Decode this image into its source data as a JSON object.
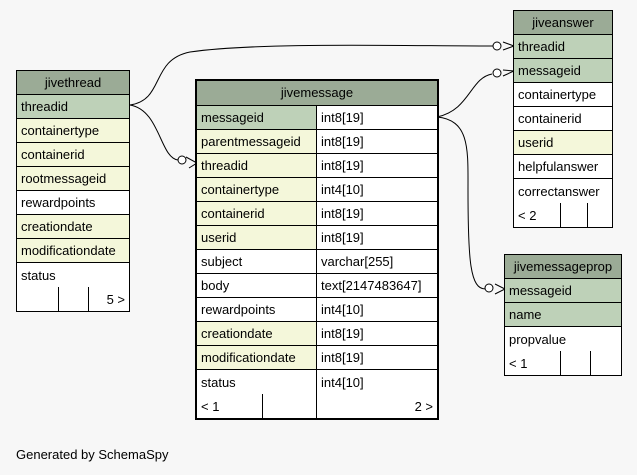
{
  "footer": {
    "generated_by": "Generated by SchemaSpy"
  },
  "colors": {
    "header": "#9bab96",
    "primary_key": "#bed1b8",
    "foreign_key": "#f4f7da",
    "plain": "#ffffff",
    "background": "#f7f7f7"
  },
  "tables": {
    "jivethread": {
      "name": "jivethread",
      "columns": [
        {
          "name": "threadid",
          "kind": "pk"
        },
        {
          "name": "containertype",
          "kind": "fk"
        },
        {
          "name": "containerid",
          "kind": "fk"
        },
        {
          "name": "rootmessageid",
          "kind": "fk"
        },
        {
          "name": "rewardpoints",
          "kind": "plain"
        },
        {
          "name": "creationdate",
          "kind": "fk"
        },
        {
          "name": "modificationdate",
          "kind": "fk"
        },
        {
          "name": "status",
          "kind": "plain"
        }
      ],
      "footer": {
        "parents": "",
        "columns": "",
        "children": "5 >"
      }
    },
    "jivemessage": {
      "name": "jivemessage",
      "columns": [
        {
          "name": "messageid",
          "type": "int8[19]",
          "kind": "pk"
        },
        {
          "name": "parentmessageid",
          "type": "int8[19]",
          "kind": "fk"
        },
        {
          "name": "threadid",
          "type": "int8[19]",
          "kind": "fk"
        },
        {
          "name": "containertype",
          "type": "int4[10]",
          "kind": "fk"
        },
        {
          "name": "containerid",
          "type": "int8[19]",
          "kind": "fk"
        },
        {
          "name": "userid",
          "type": "int8[19]",
          "kind": "fk"
        },
        {
          "name": "subject",
          "type": "varchar[255]",
          "kind": "plain"
        },
        {
          "name": "body",
          "type": "text[2147483647]",
          "kind": "plain"
        },
        {
          "name": "rewardpoints",
          "type": "int4[10]",
          "kind": "plain"
        },
        {
          "name": "creationdate",
          "type": "int8[19]",
          "kind": "fk"
        },
        {
          "name": "modificationdate",
          "type": "int8[19]",
          "kind": "fk"
        },
        {
          "name": "status",
          "type": "int4[10]",
          "kind": "plain"
        }
      ],
      "footer": {
        "parents": "< 1",
        "columns": "",
        "children": "2 >"
      }
    },
    "jiveanswer": {
      "name": "jiveanswer",
      "columns": [
        {
          "name": "threadid",
          "kind": "pk"
        },
        {
          "name": "messageid",
          "kind": "pk"
        },
        {
          "name": "containertype",
          "kind": "plain"
        },
        {
          "name": "containerid",
          "kind": "plain"
        },
        {
          "name": "userid",
          "kind": "fk"
        },
        {
          "name": "helpfulanswer",
          "kind": "plain"
        },
        {
          "name": "correctanswer",
          "kind": "plain"
        }
      ],
      "footer": {
        "parents": "< 2",
        "columns": "",
        "children": ""
      }
    },
    "jivemessageprop": {
      "name": "jivemessageprop",
      "columns": [
        {
          "name": "messageid",
          "kind": "pk"
        },
        {
          "name": "name",
          "kind": "pk"
        },
        {
          "name": "propvalue",
          "kind": "plain"
        }
      ],
      "footer": {
        "parents": "< 1",
        "columns": "",
        "children": ""
      }
    }
  }
}
